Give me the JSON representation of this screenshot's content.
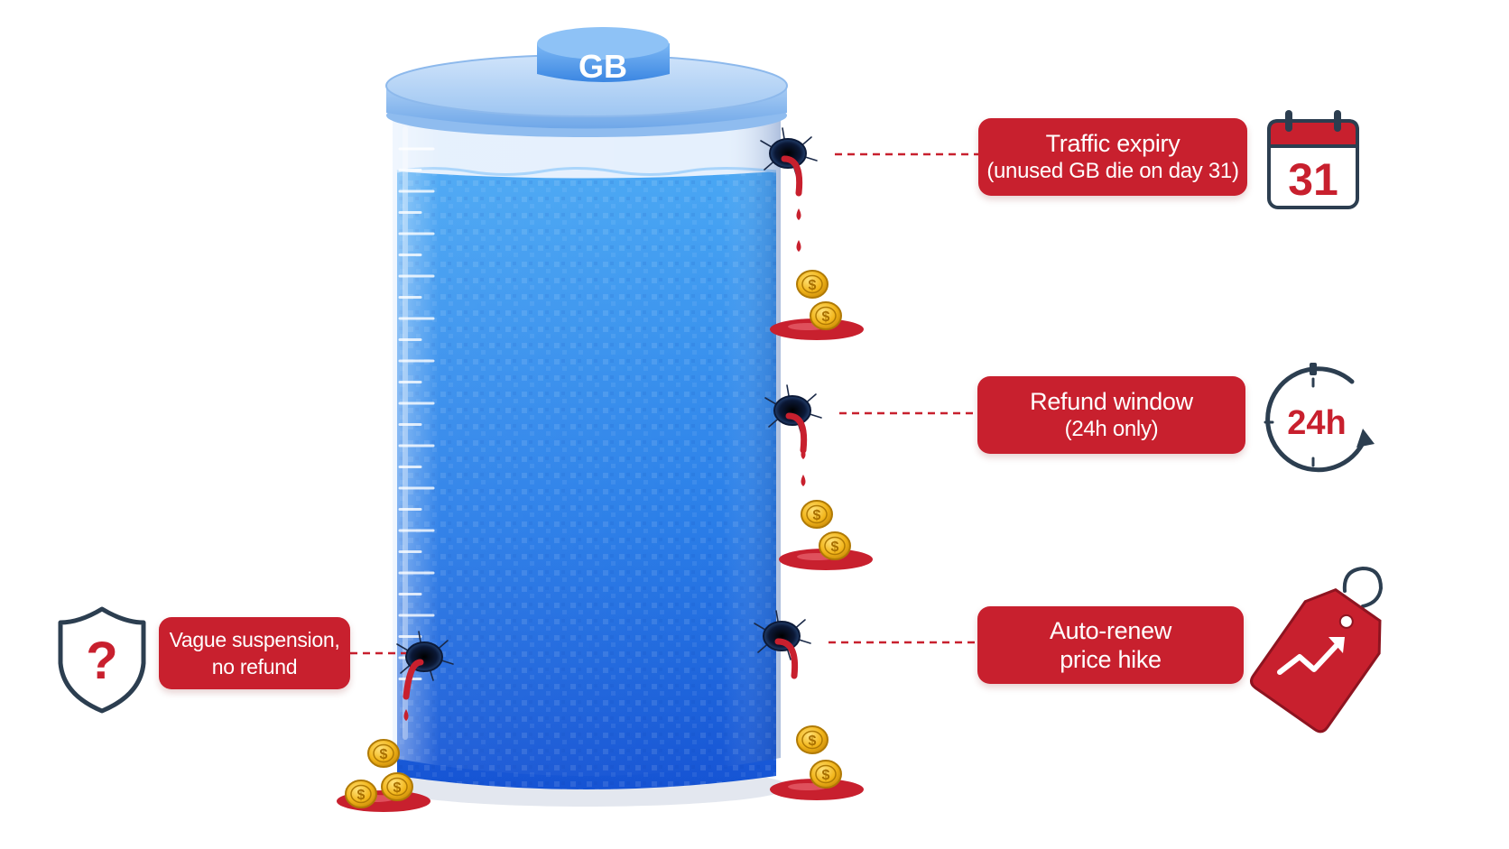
{
  "tank": {
    "cap_label": "GB"
  },
  "leaks": [
    {
      "id": "expiry",
      "title": "Traffic expiry",
      "subtitle": "(unused GB die on day 31)",
      "icon": "calendar-icon",
      "icon_text": "31"
    },
    {
      "id": "refund",
      "title": "Refund window",
      "subtitle": "(24h only)",
      "icon": "clock-icon",
      "icon_text": "24h"
    },
    {
      "id": "renew",
      "title": "Auto-renew",
      "subtitle": "price hike",
      "icon": "price-tag-icon"
    },
    {
      "id": "vague",
      "title": "Vague suspension,",
      "subtitle": "no refund",
      "icon": "shield-question-icon",
      "icon_text": "?"
    }
  ],
  "colors": {
    "accent_red": "#c8202e",
    "water_top": "#3c9cf0",
    "water_bottom": "#1553d6",
    "cap_blue": "#5ea6f0",
    "coin_gold": "#f2b51a",
    "dark_navy": "#2c3e50"
  }
}
